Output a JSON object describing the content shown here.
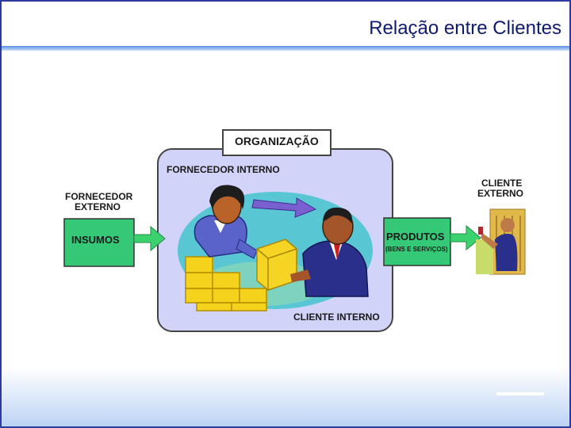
{
  "title": "Relação entre Clientes",
  "diagram": {
    "organizacao": "ORGANIZAÇÃO",
    "fornecedor_interno": "FORNECEDOR INTERNO",
    "fornecedor_externo": [
      "FORNECEDOR",
      "EXTERNO"
    ],
    "insumos": "INSUMOS",
    "produtos": "PRODUTOS",
    "produtos_sub": "(BENS E SERVIÇOS)",
    "cliente_externo": [
      "CLIENTE",
      "EXTERNO"
    ],
    "cliente_interno": "CLIENTE INTERNO"
  },
  "colors": {
    "title": "#0f1a6e",
    "org_panel": "#d2d3f8",
    "green_box": "#35c877",
    "arrow_green": "#3bd16f",
    "illustration_bg": "#59c6d4"
  }
}
